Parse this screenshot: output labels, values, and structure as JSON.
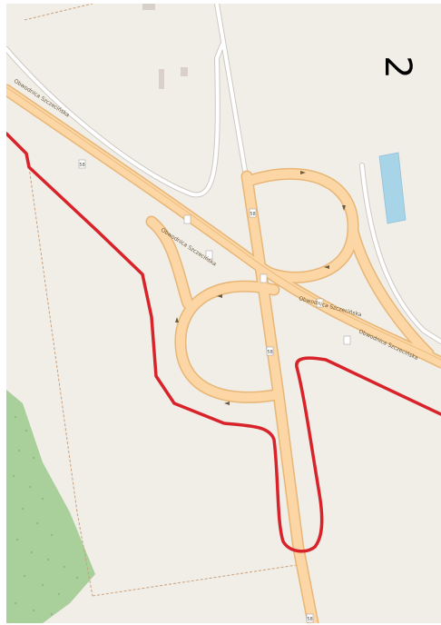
{
  "map": {
    "sheet_number": "2",
    "road_name": "Obwodnica Szczecińska",
    "road_ref": "58",
    "colors": {
      "background": "#f1eee8",
      "road_fill": "#fcd6a4",
      "road_casing": "#e8b676",
      "route_line": "#d8232a",
      "forest": "#a9cf9a",
      "water": "#a8d4e8",
      "minor_road": "#ffffff",
      "minor_road_casing": "#cdc9c2",
      "boundary": "#c9a07a"
    },
    "route_color_name": "red route line",
    "icons": [
      "one-way-arrow-icon",
      "road-shield-icon",
      "tree-dot-icon"
    ]
  }
}
